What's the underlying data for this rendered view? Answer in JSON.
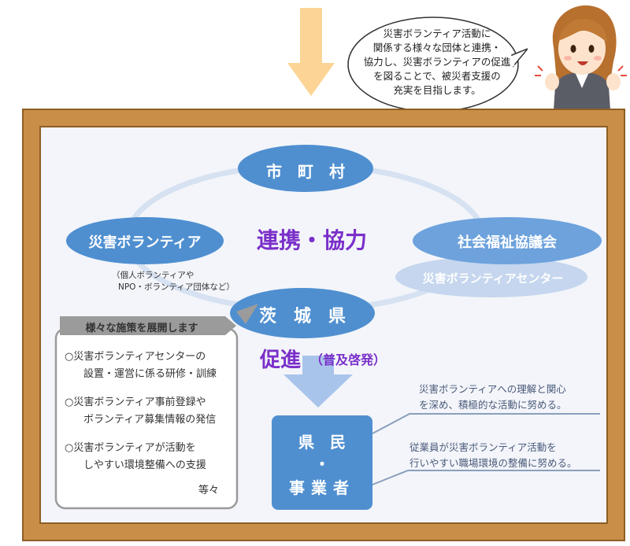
{
  "bubble": {
    "lines": [
      "災害ボランティア活動に",
      "関係する様々な団体と連携・",
      "協力し、災害ボランティアの促進",
      "を図ることで、被災者支援の",
      "充実を目指します。"
    ]
  },
  "nodes": {
    "city": "市　町　村",
    "volunteer": "災害ボランティア",
    "volunteer_note_1": "（個人ボランティアや",
    "volunteer_note_2": "NPO・ボランティア団体など）",
    "council": "社会福祉協議会",
    "center": "災害ボランティアセンター",
    "prefecture": "茨　城　県",
    "residents_1": "県　民",
    "residents_dot": "・",
    "residents_2": "事業者"
  },
  "labels": {
    "cooperation": "連携・協力",
    "promotion": "促進",
    "promotion_sub": "（普及啓発）"
  },
  "panel": {
    "title": "様々な施策を展開します",
    "items": [
      [
        "○災害ボランティアセンターの",
        "設置・運営に係る研修・訓練"
      ],
      [
        "○災害ボランティア事前登録や",
        "ボランティア募集情報の発信"
      ],
      [
        "○災害ボランティアが活動を",
        "しやすい環境整備への支援"
      ]
    ],
    "etc": "等々"
  },
  "descriptions": {
    "residents": [
      "災害ボランティアへの理解と関心",
      "を深め、積極的な活動に努める。"
    ],
    "business": [
      "従業員が災害ボランティア活動を",
      "行いやすい職場環境の整備に努める。"
    ]
  },
  "colors": {
    "ellipse_blue": "#4f8fd0",
    "light_blue": "#c5d6ee",
    "purple": "#7a2fc9",
    "frame": "#c98e48",
    "arrow_orange": "#fcd596"
  }
}
